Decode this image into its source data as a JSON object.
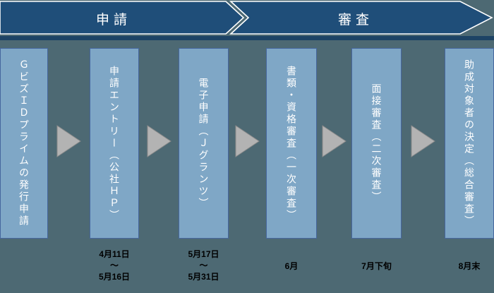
{
  "header": {
    "phase_application": "申請",
    "phase_review": "審査"
  },
  "steps": [
    {
      "label": "ＧビズＩＤプライムの発行申請",
      "schedule": ""
    },
    {
      "label": "申請エントリー（公社ＨＰ）",
      "schedule": "4月11日\n～\n5月16日"
    },
    {
      "label": "電子申請（Ｊグランツ）",
      "schedule": "5月17日\n～\n5月31日"
    },
    {
      "label": "書類・資格審査（一次審査）",
      "schedule": "6月"
    },
    {
      "label": "面接審査（二次審査）",
      "schedule": "7月下旬"
    },
    {
      "label": "助成対象者の決定（総合審査）",
      "schedule": "8月末"
    }
  ],
  "colors": {
    "background": "#4d6973",
    "banner_fill": "#1f4e79",
    "banner_outline": "#ffffff",
    "banner_underbar": "#1d4365",
    "step_fill": "#7fa7c6",
    "step_border": "#46679e",
    "step_text": "#ffffff",
    "arrow_fill": "#b3b3b3",
    "arrow_stroke": "#8a8a8a",
    "schedule_text": "#000000"
  }
}
